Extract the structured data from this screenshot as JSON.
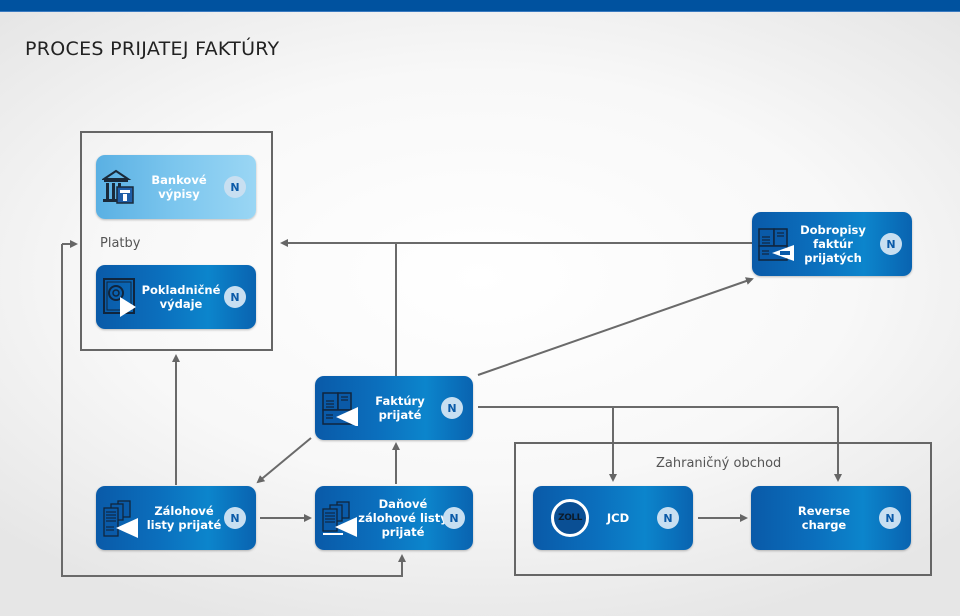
{
  "page": {
    "title": "PROCES PRIJATEJ FAKTÚRY",
    "accent_color": "#00529f"
  },
  "groups": {
    "platby": {
      "label": "Platby"
    },
    "zahranicny": {
      "label": "Zahraničný obchod"
    }
  },
  "nodes": {
    "bankove": {
      "label": "Bankové výpisy",
      "badge": "N",
      "icon": "bank-icon"
    },
    "pokladnicne": {
      "label": "Pokladničné výdaje",
      "badge": "N",
      "icon": "safe-icon"
    },
    "dobropisy": {
      "label": "Dobropisy faktúr prijatých",
      "badge": "N",
      "icon": "document-incoming-icon"
    },
    "faktury": {
      "label": "Faktúry prijaté",
      "badge": "N",
      "icon": "document-incoming-icon"
    },
    "zalohove": {
      "label": "Zálohové listy prijaté",
      "badge": "N",
      "icon": "documents-stack-icon"
    },
    "danove": {
      "label": "Daňové zálohové listy prijaté",
      "badge": "N",
      "icon": "documents-stack-icon"
    },
    "jcd": {
      "label": "JCD",
      "badge": "N",
      "icon": "zoll-icon",
      "icon_text": "ZOLL"
    },
    "reverse": {
      "label": "Reverse charge",
      "badge": "N"
    }
  }
}
